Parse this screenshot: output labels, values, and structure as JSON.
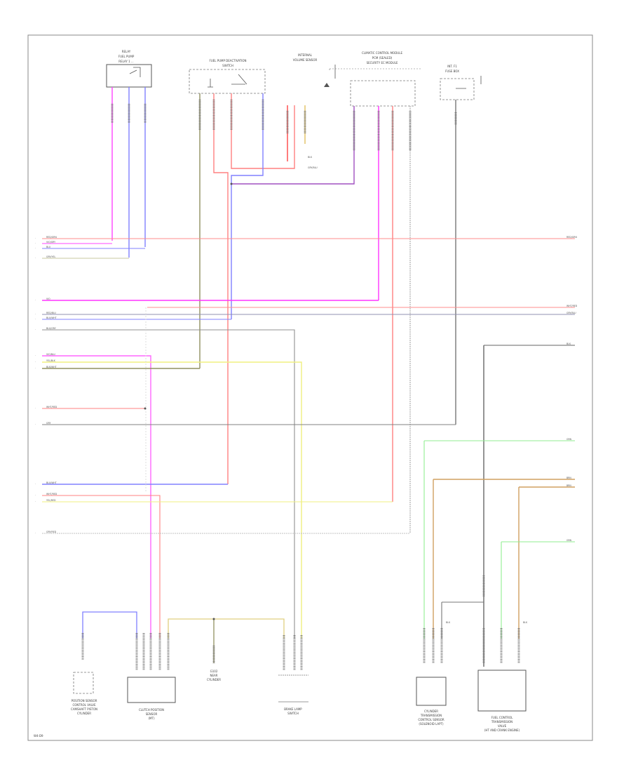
{
  "footer": {
    "code": "W4-D9"
  },
  "top_components": [
    {
      "id": "relay_a",
      "lines": [
        "RELAY",
        "FUEL PUMP",
        "RELAY 1 ..."
      ]
    },
    {
      "id": "switch_a",
      "lines": [
        "FUEL PUMP DEACTIVATION",
        "SWITCH"
      ]
    },
    {
      "id": "sensor_a",
      "lines": [
        "INTERNAL",
        "VOLUME SENSOR"
      ]
    },
    {
      "id": "module_a",
      "lines": [
        "CLIMATIC CONTROL MODULE",
        "PCM (SEALED)",
        "SECURITY EC MODULE"
      ]
    },
    {
      "id": "fuse_a",
      "lines": [
        "INT. F1",
        "FUSE BOX"
      ]
    }
  ],
  "bottom_components": [
    {
      "id": "sensor_b",
      "lines": [
        "POSITION SENSOR",
        "CONTROL VALVE",
        "CAMSHAFT PISTON",
        "CYLINDER"
      ]
    },
    {
      "id": "sensor_c",
      "lines": [
        "CLUTCH POSITION",
        "SENSOR",
        "(MT)"
      ]
    },
    {
      "id": "ground_a",
      "lines": [
        "G102",
        "NEAR",
        "CYLINDER"
      ]
    },
    {
      "id": "switch_b",
      "lines": [
        "BRAKE LAMP",
        "SWITCH"
      ]
    },
    {
      "id": "module_b",
      "lines": [
        "CYLINDER",
        "TRANSMISSION",
        "CONTROL SENSOR",
        "(SOLENOID LAPT)"
      ]
    },
    {
      "id": "module_c",
      "lines": [
        "FUEL CONTROL",
        "TRANSMISSION",
        "VALVE",
        "(HT AND CRANK ENGINE)"
      ]
    }
  ],
  "left_wire_labels": [
    {
      "text": "RED/GRN",
      "color": "#ff8c8c"
    },
    {
      "text": "VIO/GRY",
      "color": "#ff66ff"
    },
    {
      "text": "BLU",
      "color": "#8080ff"
    },
    {
      "text": "GRY/YEL",
      "color": "#c8c8a0"
    },
    {
      "text": "VIO",
      "color": "#ff33ff"
    },
    {
      "text": "RED/BLU",
      "color": "#ff8c8c"
    },
    {
      "text": "BLU/WHT",
      "color": "#8080ff"
    },
    {
      "text": "BLU/GRY",
      "color": "#9090ff"
    },
    {
      "text": "VIO/BLU",
      "color": "#ff66ff"
    },
    {
      "text": "YEL/BLK",
      "color": "#f0f080"
    },
    {
      "text": "BLK/WHT",
      "color": "#808050"
    },
    {
      "text": "WHT/RED",
      "color": "#ff8080"
    },
    {
      "text": "GRY",
      "color": "#909090"
    },
    {
      "text": "BLU/WHT",
      "color": "#9090ff"
    },
    {
      "text": "WHT/RED",
      "color": "#ff8080"
    },
    {
      "text": "YEL/RED",
      "color": "#f0f080"
    },
    {
      "text": "GRY/RED",
      "color": "#c0c0c0"
    }
  ],
  "right_wire_labels": [
    {
      "text": "RED/GRN",
      "color": "#ff8c8c"
    },
    {
      "text": "WHT/RED",
      "color": "#ff8080"
    },
    {
      "text": "GRY/BLU",
      "color": "#909090"
    },
    {
      "text": "BLK",
      "color": "#606060"
    },
    {
      "text": "GRN",
      "color": "#90ee90"
    },
    {
      "text": "BRN",
      "color": "#d0a060"
    },
    {
      "text": "BRN",
      "color": "#d0a060"
    },
    {
      "text": "GRN",
      "color": "#90ee90"
    }
  ],
  "misc_labels": [
    {
      "id": "sensor_a_pin",
      "text": "BLK"
    },
    {
      "id": "sensor_a_pin2",
      "text": "GRY/BLU"
    },
    {
      "id": "mod_b_pin",
      "text": "BLK"
    },
    {
      "id": "mod_c_pin",
      "text": "BLK"
    }
  ]
}
